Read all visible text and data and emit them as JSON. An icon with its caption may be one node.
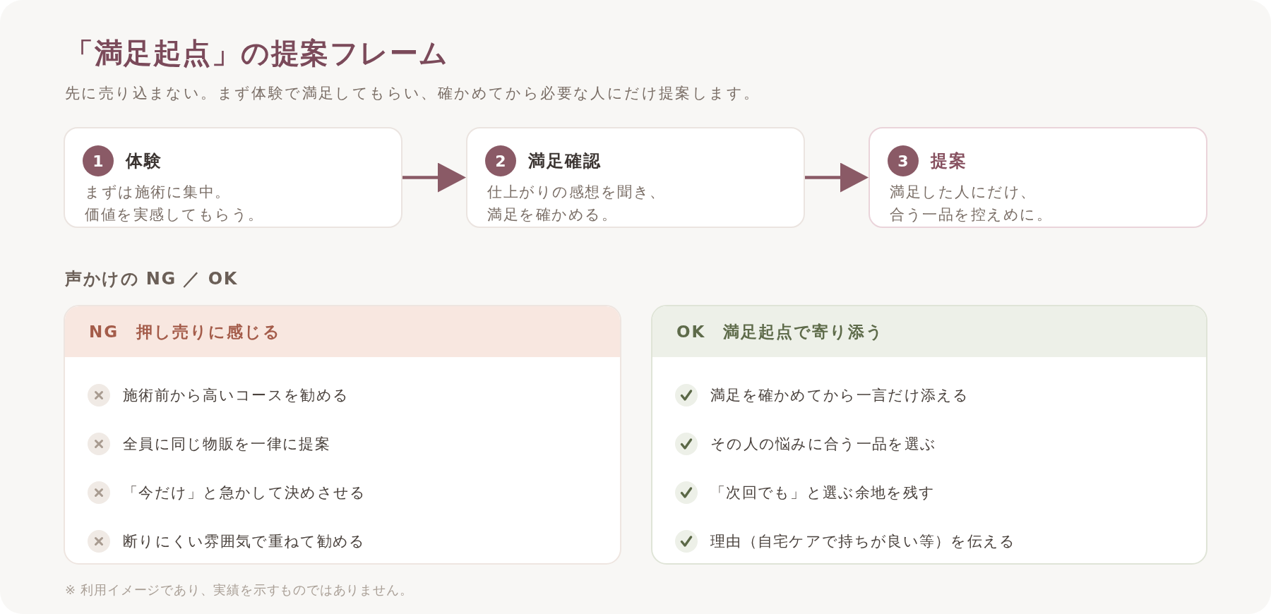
{
  "diagram": {
    "title": "「満足起点」の提案フレーム",
    "nodes": [
      {
        "text": [
          "体験",
          "まずは施術に集中。価値を実感してもらう。"
        ]
      },
      {
        "text": [
          "1"
        ],
        "in": 0
      },
      {
        "text": [
          "満足確認",
          "仕上がりの感想を聞き、満足を確かめる。"
        ]
      },
      {
        "text": [
          "2"
        ],
        "in": 2
      },
      {
        "text": [
          "提案",
          "満足した人にだけ、合う一品を控えめに。"
        ]
      },
      {
        "text": [
          "3"
        ],
        "in": 4
      },
      {
        "text": [
          "NG　押し売りに感じる",
          "施術前から高いコースを勧める",
          "全員に同じ物販を一律に提案",
          "「今だけ」と急かして決めさせる",
          "断りにくい雰囲気で重ねて勧める"
        ]
      },
      {
        "text": [
          "OK　満足起点で寄り添う",
          "満足を確かめてから一言だけ添える",
          "その人の悩みに合う一品を選ぶ",
          "「次回でも」と選ぶ余地を残す",
          "理由（自宅ケアで持ちが良い等）を伝える"
        ]
      }
    ],
    "edges": [
      {
        "from": 0,
        "to": 2,
        "arrow": "to"
      },
      {
        "from": 2,
        "to": 4,
        "arrow": "to"
      }
    ],
    "labels": [
      "先に売り込まない。まず体験で満足してもらい、確かめてから必要な人にだけ提案します。",
      "声かけの NG ／ OK",
      "※ 利用イメージであり、実績を示すものではありません。"
    ]
  }
}
